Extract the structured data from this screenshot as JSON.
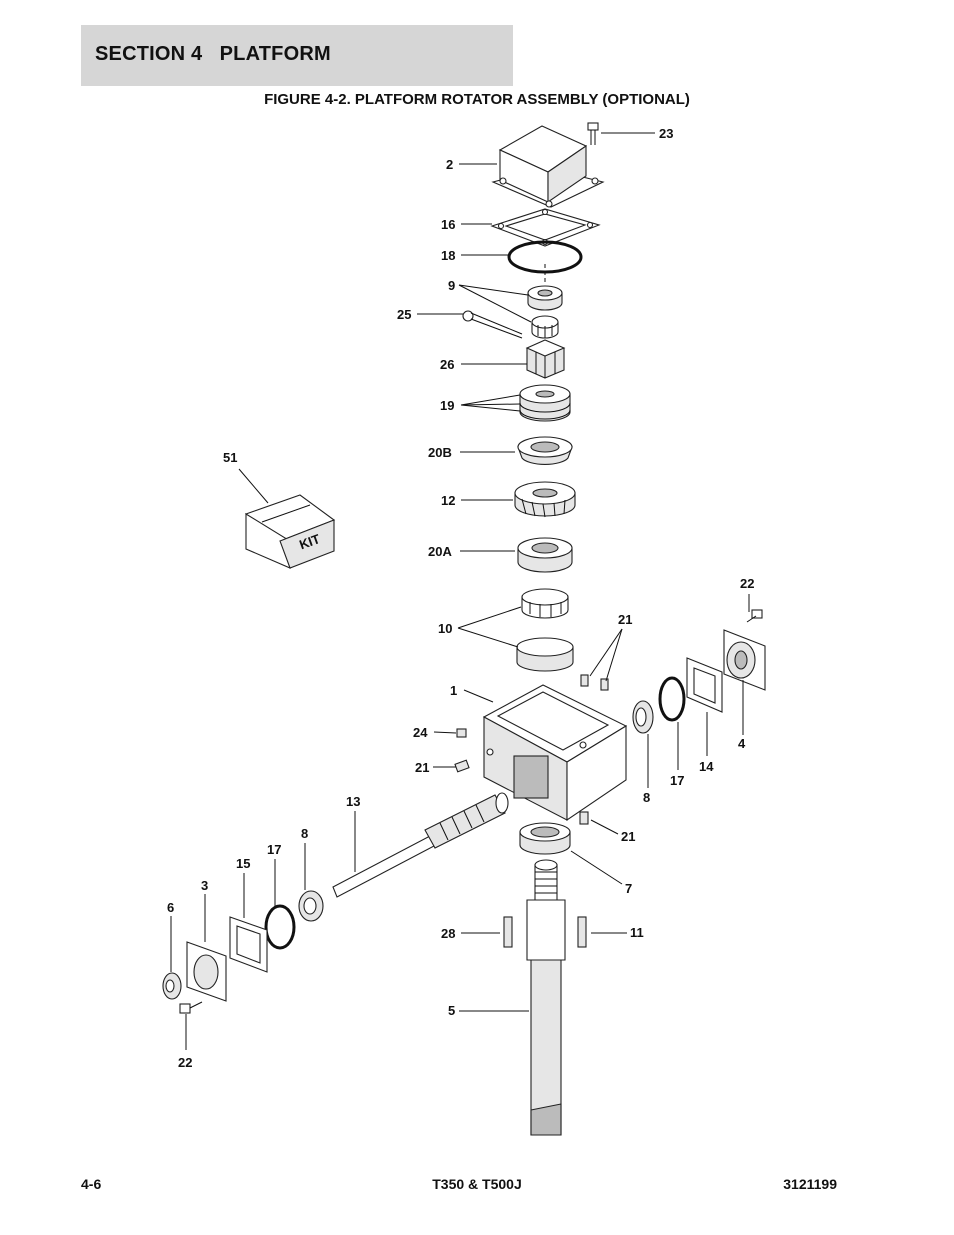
{
  "header": {
    "section": "SECTION 4   PLATFORM"
  },
  "figure": {
    "title": "FIGURE 4-2. PLATFORM ROTATOR ASSEMBLY (OPTIONAL)"
  },
  "kit_label": "KIT",
  "callouts": {
    "c23": "23",
    "c2": "2",
    "c16": "16",
    "c18": "18",
    "c9": "9",
    "c25": "25",
    "c26": "26",
    "c19": "19",
    "c20b": "20B",
    "c12": "12",
    "c20a": "20A",
    "c51": "51",
    "c22_top": "22",
    "c10": "10",
    "c21_top": "21",
    "c1": "1",
    "c4": "4",
    "c24": "24",
    "c21_left": "21",
    "c14": "14",
    "c17_right": "17",
    "c8_right": "8",
    "c13": "13",
    "c21_bottom": "21",
    "c8_left": "8",
    "c17_left": "17",
    "c15": "15",
    "c3": "3",
    "c7": "7",
    "c6": "6",
    "c28": "28",
    "c11": "11",
    "c5": "5",
    "c22_bottom": "22"
  },
  "footer": {
    "page": "4-6",
    "model": "T350 & T500J",
    "doc_number": "3121199"
  }
}
